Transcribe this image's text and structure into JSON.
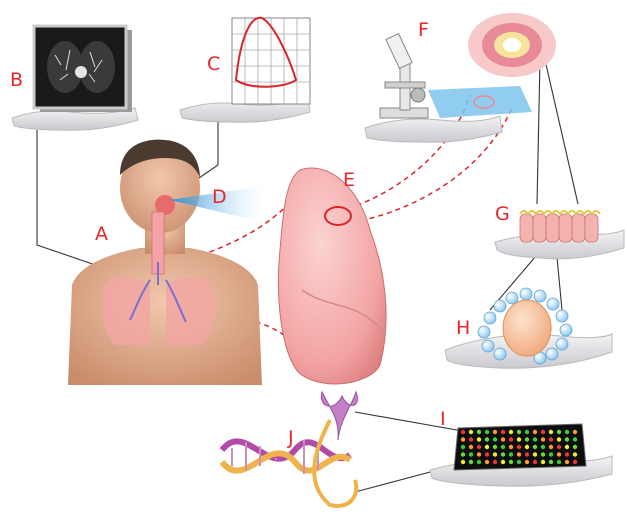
{
  "labels": {
    "A": "A",
    "B": "B",
    "C": "C",
    "D": "D",
    "E": "E",
    "F": "F",
    "G": "G",
    "H": "H",
    "I": "I",
    "J": "J"
  },
  "colors": {
    "label": "#e8262a",
    "connector": "#333333",
    "dashed": "#d9262a",
    "platform": "#e6e6e8",
    "skin": "#e8b89a",
    "lung": "#f2a6a4",
    "airflow": "#4aa8e0"
  }
}
